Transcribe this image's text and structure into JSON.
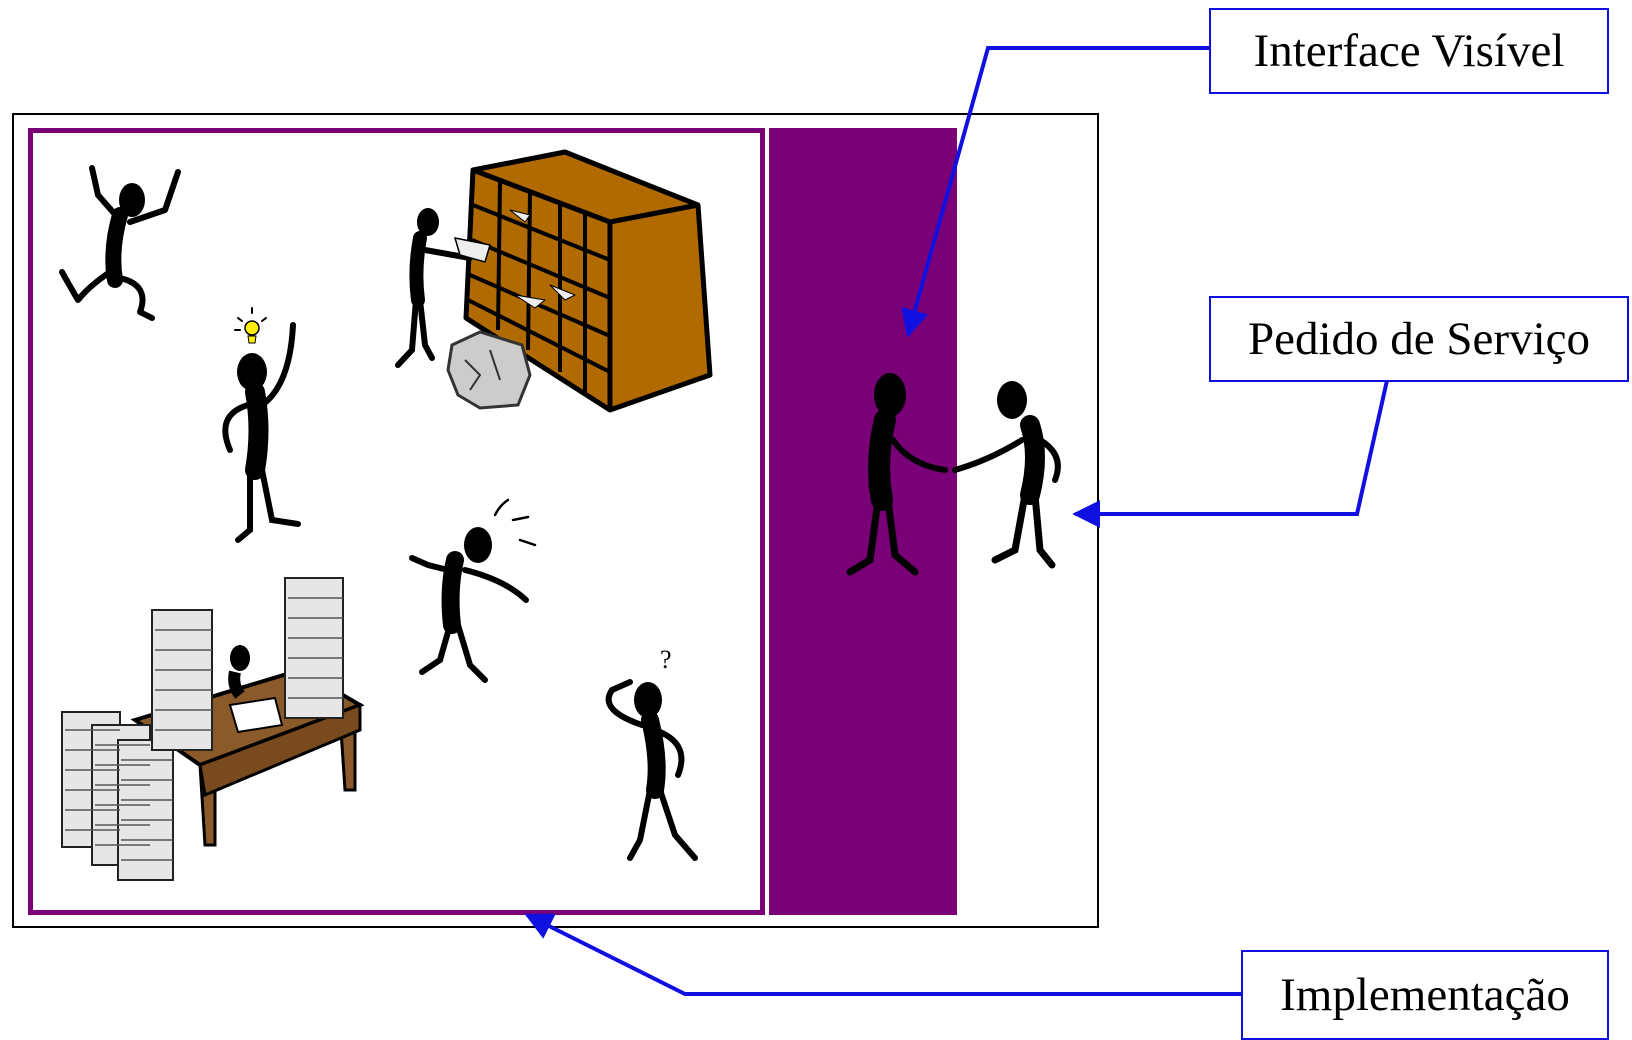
{
  "labels": {
    "interface": "Interface Visível",
    "pedido": "Pedido de Serviço",
    "implementacao": "Implementação"
  },
  "icons": {
    "question_mark": "?"
  },
  "colors": {
    "purple": "#7a0077",
    "arrow_blue": "#1010e0",
    "cabinet_brown": "#b06a00",
    "desk_brown": "#8b5a2b"
  }
}
